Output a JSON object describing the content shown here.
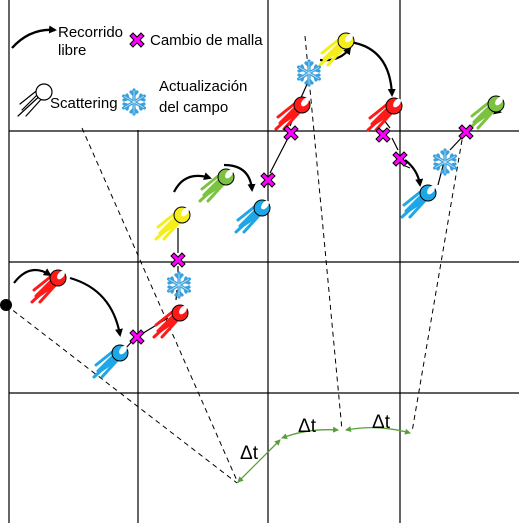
{
  "legend": {
    "free_path_line1": "Recorrido",
    "free_path_line2": "libre",
    "mesh_change": "Cambio de malla",
    "scattering": "Scattering",
    "field_update_line1": "Actualización",
    "field_update_line2": "del campo"
  },
  "delta_t_labels": [
    "Δt",
    "Δt",
    "Δt"
  ],
  "colors": {
    "grid": "#000000",
    "mesh_marker": "#ff00ff",
    "snowflake": "#39a0dd",
    "particle_red": "#ff1a1a",
    "particle_blue": "#1ea7e6",
    "particle_yellow": "#f5ee1a",
    "particle_green": "#7cc241",
    "time_arc": "#5a9e3a"
  },
  "icons": {
    "free_path": "curved-arrow-icon",
    "mesh_change": "magenta-cross-icon",
    "scattering": "comet-particle-icon",
    "field_update": "snowflake-icon"
  }
}
